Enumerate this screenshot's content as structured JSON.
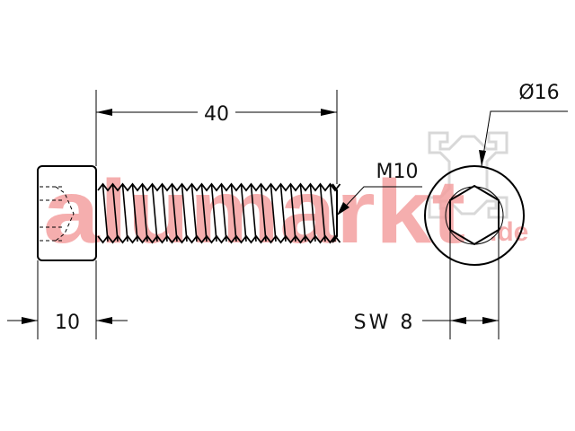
{
  "drawing": {
    "watermark": {
      "text": "alumarkt",
      "suffix": ".de",
      "color": "#f4a0a0"
    },
    "dimensions": {
      "length": "40",
      "head_height": "10",
      "thread": "M10",
      "head_diameter": "Ø16",
      "socket": "SW 8"
    },
    "thread_pitch_count": 24
  }
}
